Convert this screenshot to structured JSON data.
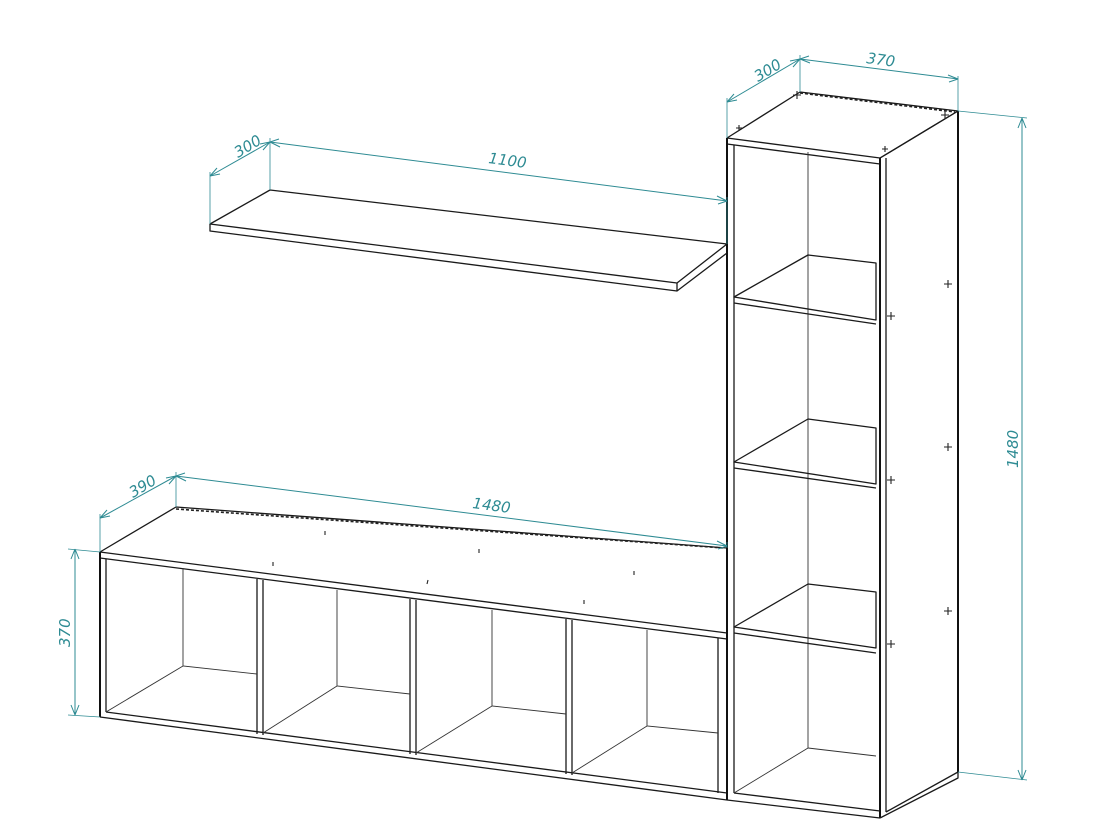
{
  "dimensions": {
    "shelf_depth": "300",
    "shelf_width": "1100",
    "tower_depth": "300",
    "tower_width": "370",
    "tower_height": "1480",
    "base_depth": "390",
    "base_width": "1480",
    "base_height": "370"
  },
  "colors": {
    "line": "#1a1a1a",
    "dimension": "#2e8b93",
    "background": "#ffffff"
  }
}
